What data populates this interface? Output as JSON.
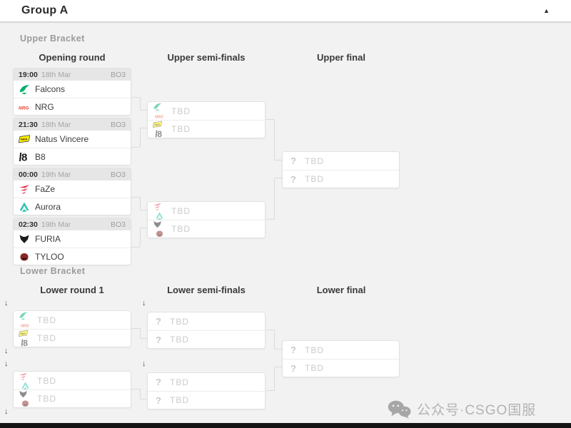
{
  "header": {
    "title": "Group A",
    "collapse_icon": "▲"
  },
  "labels": {
    "tbd": "TBD",
    "question": "?",
    "drop_arrow": "↓"
  },
  "upper": {
    "section_label": "Upper Bracket",
    "columns": [
      "Opening round",
      "Upper semi-finals",
      "Upper final"
    ],
    "matches": [
      {
        "time": "19:00",
        "date": "18th Mar",
        "format": "BO3",
        "team1": "Falcons",
        "team2": "NRG"
      },
      {
        "time": "21:30",
        "date": "18th Mar",
        "format": "BO3",
        "team1": "Natus Vincere",
        "team2": "B8"
      },
      {
        "time": "00:00",
        "date": "19th Mar",
        "format": "BO3",
        "team1": "FaZe",
        "team2": "Aurora"
      },
      {
        "time": "02:30",
        "date": "19th Mar",
        "format": "BO3",
        "team1": "FURIA",
        "team2": "TYLOO"
      }
    ],
    "semi_finals": [
      {
        "slot1_candidates": [
          "Falcons",
          "NRG"
        ],
        "slot2_candidates": [
          "Natus Vincere",
          "B8"
        ]
      },
      {
        "slot1_candidates": [
          "FaZe",
          "Aurora"
        ],
        "slot2_candidates": [
          "FURIA",
          "TYLOO"
        ]
      }
    ],
    "final_slots": [
      "TBD",
      "TBD"
    ]
  },
  "lower": {
    "section_label": "Lower Bracket",
    "columns": [
      "Lower round 1",
      "Lower semi-finals",
      "Lower final"
    ],
    "round1": [
      {
        "slot1_candidates": [
          "Falcons",
          "NRG"
        ],
        "slot2_candidates": [
          "Natus Vincere",
          "B8"
        ]
      },
      {
        "slot1_candidates": [
          "FaZe",
          "Aurora"
        ],
        "slot2_candidates": [
          "FURIA",
          "TYLOO"
        ]
      }
    ],
    "semi_slots": [
      "TBD",
      "TBD",
      "TBD",
      "TBD"
    ],
    "final_slots": [
      "TBD",
      "TBD"
    ]
  },
  "team_colors": {
    "falcons": "#00b06d",
    "nrg": "#e8412e",
    "navi": "#ffee00",
    "b8": "#1a1a1a",
    "faze": "#e4374f",
    "aurora": "#2fc1b1",
    "furia": "#1c1c1c",
    "tyloo": "#8b2626"
  },
  "watermark": {
    "text": "公众号·CSGO国服"
  }
}
